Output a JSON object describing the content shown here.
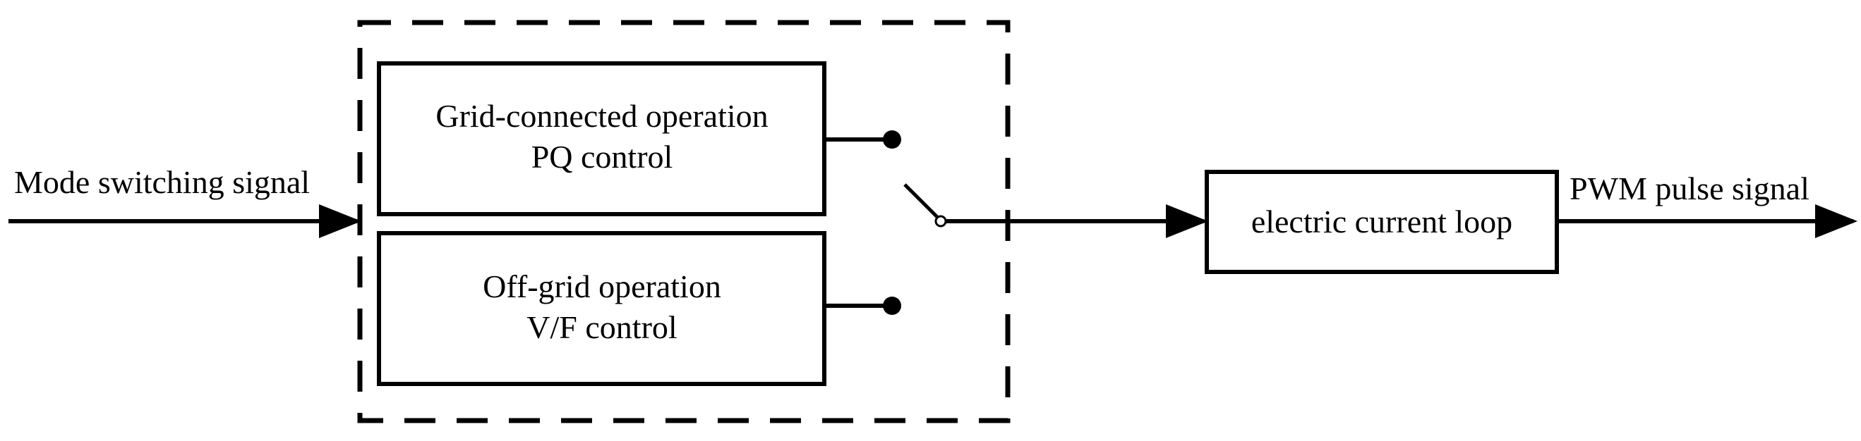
{
  "diagram": {
    "input_label": "Mode switching signal",
    "output_label": "PWM pulse signal",
    "blocks": {
      "grid_connected": {
        "line1": "Grid-connected operation",
        "line2": "PQ control"
      },
      "off_grid": {
        "line1": "Off-grid operation",
        "line2": "V/F control"
      },
      "current_loop": {
        "label": "electric current loop"
      }
    },
    "colors": {
      "stroke": "#000000",
      "background": "#ffffff"
    }
  }
}
